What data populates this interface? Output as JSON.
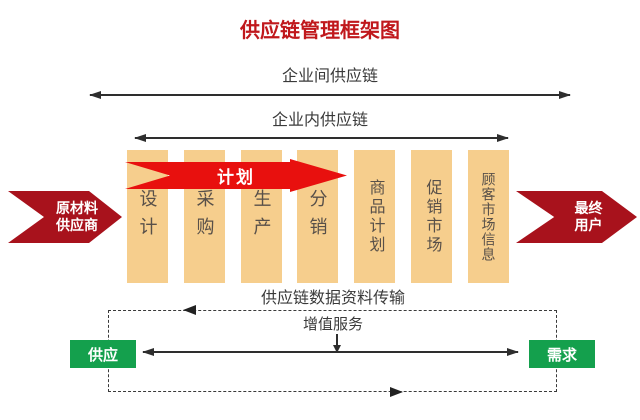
{
  "title": "供应链管理框架图",
  "colors": {
    "title_red": "#c0181c",
    "bright_red": "#e8100e",
    "dark_red": "#a8121c",
    "bar_fill": "#f6ce8d",
    "bar_text": "#585049",
    "green": "#14a04d",
    "line": "#2e2e2e"
  },
  "top_arrows": {
    "inter_label": "企业间供应链",
    "intra_label": "企业内供应链"
  },
  "plan_arrow": {
    "label": "计划"
  },
  "left_arrow": {
    "label": "原材料\n供应商"
  },
  "right_arrow": {
    "label": "最终\n用户"
  },
  "bars": {
    "items": [
      {
        "label": "设计"
      },
      {
        "label": "采购"
      },
      {
        "label": "生产"
      },
      {
        "label": "分销"
      },
      {
        "label": "商品计划"
      },
      {
        "label": "促销市场"
      },
      {
        "label": "顾客市场信息"
      }
    ]
  },
  "bottom": {
    "data_transfer_label": "供应链数据资料传输",
    "value_added_label": "增值服务",
    "supply_label": "供应",
    "demand_label": "需求"
  }
}
